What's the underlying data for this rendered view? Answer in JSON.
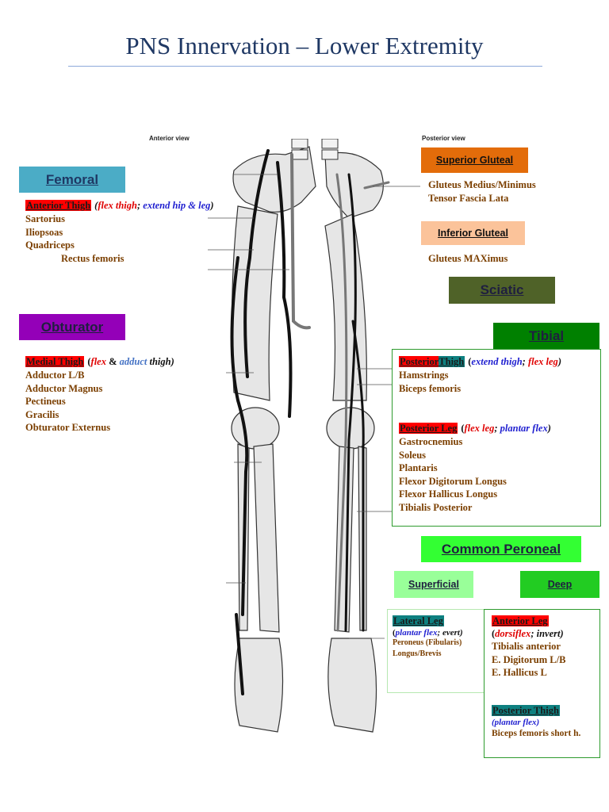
{
  "title": "PNS Innervation – Lower Extremity",
  "figure": {
    "anterior_label": "Anterior view",
    "posterior_label": "Posterior view"
  },
  "nerves": {
    "femoral": "Femoral",
    "obturator": "Obturator",
    "superior_gluteal": "Superior Gluteal",
    "inferior_gluteal": "Inferior Gluteal",
    "sciatic": "Sciatic",
    "tibial": "Tibial",
    "common_peroneal": "Common Peroneal",
    "superficial": "Superficial",
    "deep": "Deep"
  },
  "femoral_section": {
    "region": "Anterior Thigh",
    "action_open": "(",
    "action_1": "flex thigh",
    "action_sep": "; ",
    "action_2": "extend hip & leg",
    "action_close": ")",
    "muscles": [
      "Sartorius",
      "Iliopsoas",
      "Quadriceps"
    ],
    "sub_muscle": "Rectus femoris"
  },
  "obturator_section": {
    "region": "Medial Thigh",
    "action_open": "(",
    "action_1": "flex",
    "action_amp": " & ",
    "action_2": "adduct",
    "action_3": " thigh)",
    "muscles": [
      "Adductor L/B",
      "Adductor Magnus",
      "Pectineus",
      "Gracilis",
      "Obturator Externus"
    ]
  },
  "superior_gluteal_muscles": [
    "Gluteus Medius/Minimus",
    "Tensor Fascia Lata"
  ],
  "inferior_gluteal_muscles": [
    "Gluteus MAXimus"
  ],
  "tibial_section": {
    "thigh_region_a": "Posterior",
    "thigh_region_b": "Thigh",
    "thigh_action_open": "(",
    "thigh_action_1": "extend thigh",
    "thigh_action_sep": "; ",
    "thigh_action_2": "flex leg",
    "thigh_action_close": ")",
    "thigh_muscles": [
      "Hamstrings",
      "Biceps femoris"
    ],
    "leg_region": "Posterior Leg",
    "leg_action_open": "(",
    "leg_action_1": "flex leg",
    "leg_action_sep": "; ",
    "leg_action_2": "plantar flex",
    "leg_action_close": ")",
    "leg_muscles": [
      "Gastrocnemius",
      "Soleus",
      "Plantaris",
      "Flexor Digitorum Longus",
      "Flexor Hallicus Longus",
      "Tibialis Posterior"
    ]
  },
  "superficial_section": {
    "region": "Lateral Leg",
    "action_open": "(",
    "action_1": "plantar flex",
    "action_2": "; evert)",
    "muscles": [
      "Peroneus (Fibularis)",
      "Longus/Brevis"
    ]
  },
  "deep_section": {
    "region": "Anterior Leg",
    "action_open": "(",
    "action_1": "dorsiflex",
    "action_2": "; invert)",
    "muscles": [
      "Tibialis anterior",
      "E. Digitorum L/B",
      "E. Hallicus L"
    ],
    "region2": "Posterior Thigh",
    "action2": "(plantar flex)",
    "muscles2": [
      "Biceps femoris short h."
    ]
  },
  "colors": {
    "title": "#1f3864",
    "femoral_bg": "#4bacc6",
    "obturator_bg": "#9400b8",
    "superior_gluteal_bg": "#e36c0a",
    "inferior_gluteal_bg": "#fbc39a",
    "sciatic_bg": "#4f6228",
    "tibial_bg": "#008000",
    "common_peroneal_bg": "#33ff33",
    "superficial_bg": "#99ff99",
    "deep_bg": "#22cc22",
    "muscle_text": "#7b3f00"
  }
}
